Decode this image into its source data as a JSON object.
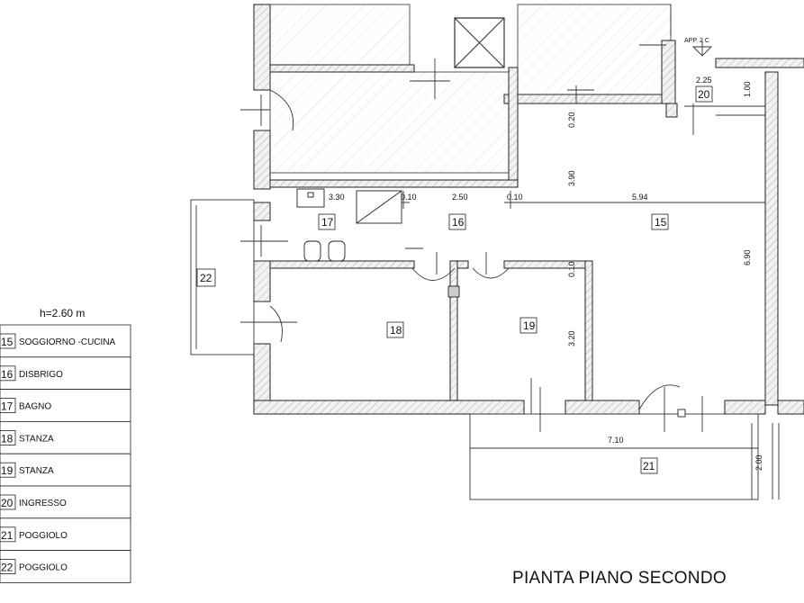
{
  "title": "PIANTA PIANO SECONDO",
  "height_note": "h=2.60 m",
  "apartment_tag": "APP. 2 C",
  "rooms": [
    {
      "id": "15",
      "name": "SOGGIORNO -CUCINA"
    },
    {
      "id": "16",
      "name": "DISBRIGO"
    },
    {
      "id": "17",
      "name": "BAGNO"
    },
    {
      "id": "18",
      "name": "STANZA"
    },
    {
      "id": "19",
      "name": "STANZA"
    },
    {
      "id": "20",
      "name": "INGRESSO"
    },
    {
      "id": "21",
      "name": "POGGIOLO"
    },
    {
      "id": "22",
      "name": "POGGIOLO"
    }
  ],
  "dimensions": {
    "d_2_25": "2.25",
    "d_1_00": "1.00",
    "d_0_20": "0.20",
    "d_3_90": "3.90",
    "d_5_94": "5.94",
    "d_6_90": "6.90",
    "d_3_30": "3.30",
    "d_0_10_a": "0.10",
    "d_2_50": "2.50",
    "d_0_10_b": "0.10",
    "d_0_10_c": "0.10",
    "d_3_20": "3.20",
    "d_7_10": "7.10",
    "d_2_00": "2.00"
  },
  "colors": {
    "wall_fill": "#e8e8e8",
    "line": "#222222",
    "hatch": "#8a8a8a"
  }
}
